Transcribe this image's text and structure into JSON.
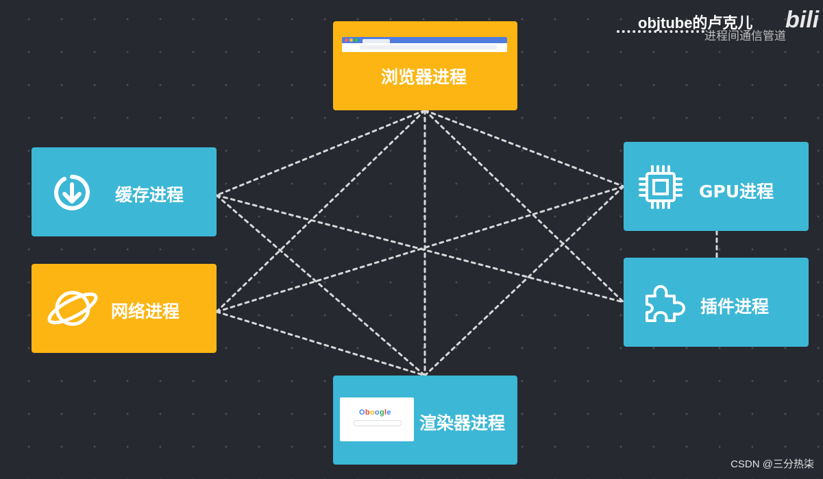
{
  "diagram": {
    "nodes": {
      "browser": {
        "label": "浏览器进程",
        "color": "#fcb513"
      },
      "cache": {
        "label": "缓存进程",
        "color": "#3db7d6"
      },
      "network": {
        "label": "网络进程",
        "color": "#fcb513"
      },
      "gpu": {
        "label": "GPU进程",
        "color": "#3db7d6"
      },
      "plugin": {
        "label": "插件进程",
        "color": "#3db7d6"
      },
      "renderer": {
        "label": "渲染器进程",
        "color": "#3db7d6"
      }
    },
    "connections": [
      [
        "browser",
        "cache"
      ],
      [
        "browser",
        "network"
      ],
      [
        "browser",
        "gpu"
      ],
      [
        "browser",
        "plugin"
      ],
      [
        "browser",
        "renderer"
      ],
      [
        "cache",
        "plugin"
      ],
      [
        "cache",
        "renderer"
      ],
      [
        "network",
        "gpu"
      ],
      [
        "network",
        "renderer"
      ],
      [
        "gpu",
        "renderer"
      ],
      [
        "gpu",
        "plugin"
      ]
    ],
    "renderer_thumbnail_text": "Oboogle",
    "line_style": "dashed",
    "line_color": "#d8d8d8"
  },
  "overlay": {
    "brand_name": "objtube的卢克儿",
    "brand_subtitle": "进程间通信管道",
    "platform_logo": "bili",
    "watermark": "CSDN @三分热柒"
  },
  "colors": {
    "background": "#262930",
    "accent_blue": "#3db7d6",
    "accent_orange": "#fcb513"
  },
  "icons": {
    "cache": "download-circle-icon",
    "network": "planet-icon",
    "gpu": "chip-icon",
    "plugin": "puzzle-icon"
  }
}
